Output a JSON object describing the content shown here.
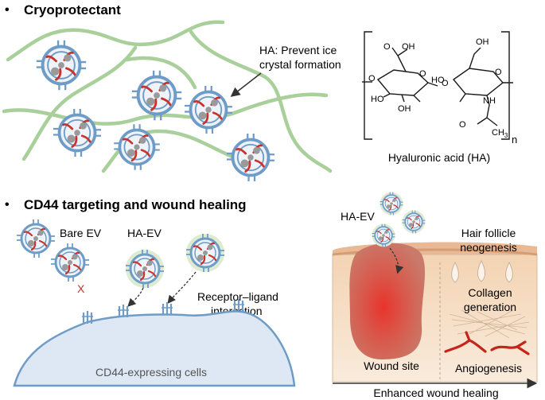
{
  "sections": {
    "top": {
      "bullet": "•",
      "title": "Cryoprotectant"
    },
    "bottom": {
      "bullet": "•",
      "title": "CD44 targeting and wound healing"
    }
  },
  "cryo": {
    "ha_note_line1": "HA: Prevent ice",
    "ha_note_line2": "crystal formation"
  },
  "structure": {
    "cooh_group": "O",
    "cooh_oh": "OH",
    "ring_o_1": "O",
    "ring_o_2": "O",
    "glyco_o_left": "O",
    "glyco_o_mid": "O",
    "ring1_ho": "HO",
    "ring1_oh": "OH",
    "ring2_ho": "HO",
    "ring2_oh": "OH",
    "nh": "NH",
    "acetyl_o": "O",
    "ch3": "CH",
    "ch3_sub": "3",
    "repeat_n": "n",
    "caption": "Hyaluronic acid (HA)"
  },
  "targeting": {
    "bare_ev": "Bare EV",
    "ha_ev": "HA-EV",
    "x_mark": "X",
    "receptor_line1": "Receptor–ligand",
    "receptor_line2": "interaction",
    "cell_label": "CD44-expressing cells"
  },
  "healing": {
    "ha_ev": "HA-EV",
    "hair_line1": "Hair follicle",
    "hair_line2": "neogenesis",
    "collagen_line1": "Collagen",
    "collagen_line2": "generation",
    "wound_site": "Wound site",
    "angiogenesis": "Angiogenesis",
    "enhanced": "Enhanced wound healing"
  },
  "colors": {
    "ha_strand": "#a9cf9a",
    "ev_ring": "#6f9cc7",
    "ev_fill": "#eef3fa",
    "cargo_red": "#c8332b",
    "cargo_gray": "#9a9a9a",
    "skin": "#f4ddc4",
    "wound": "#d94a42"
  }
}
